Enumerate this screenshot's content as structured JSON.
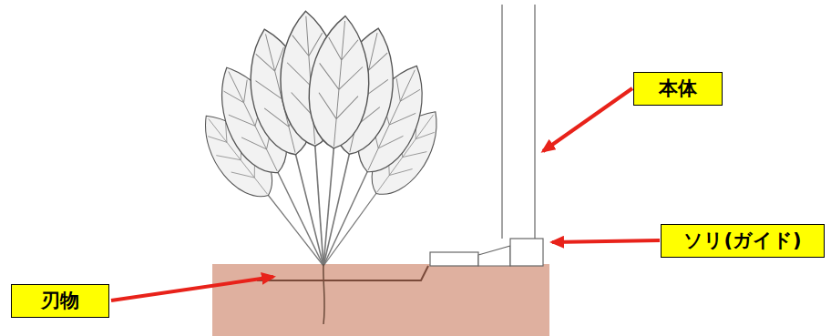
{
  "diagram": {
    "nodes": [
      {
        "text": [
          "本体"
        ]
      },
      {
        "text": [
          "ソリ(ガイド)"
        ]
      },
      {
        "text": [
          "刃物"
        ]
      }
    ]
  }
}
